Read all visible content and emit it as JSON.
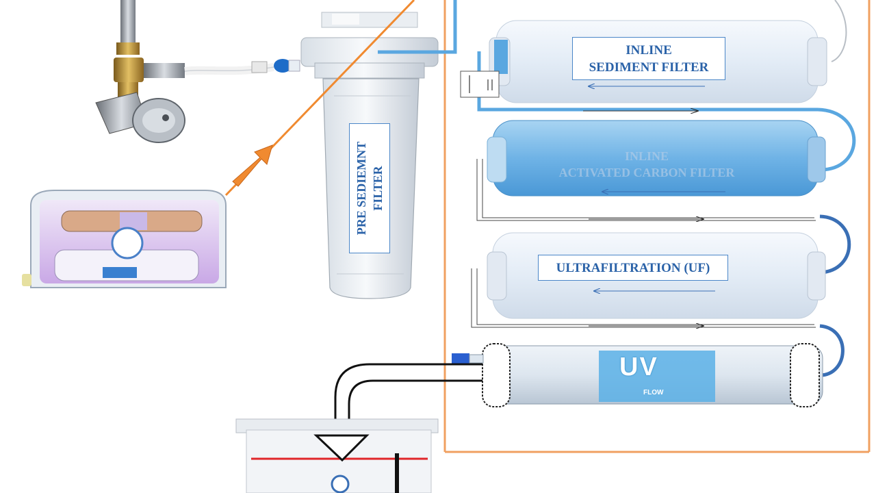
{
  "labels": {
    "inline_sediment_line1": "INLINE",
    "inline_sediment_line2": "SEDIMENT FILTER",
    "carbon_line1": "INLINE",
    "carbon_line2": "ACTIVATED CARBON FILTER",
    "uf": "ULTRAFILTRATION  (UF)",
    "pre_sediment_line1": "PRE SEDIEMNT",
    "pre_sediment_line2": "FILTER",
    "uv_mark": "UV",
    "uv_flow": "FLOW"
  },
  "colors": {
    "frame": "#f0a060",
    "flow_arrow": "#f08a30",
    "water_line": "#5aa7e0",
    "label_text": "#2a62a8"
  },
  "icons": [
    "valve-icon",
    "blue-connector-icon",
    "flow-arrow-icon",
    "purifier-unit-icon",
    "storage-tank-icon",
    "float-valve-icon"
  ]
}
